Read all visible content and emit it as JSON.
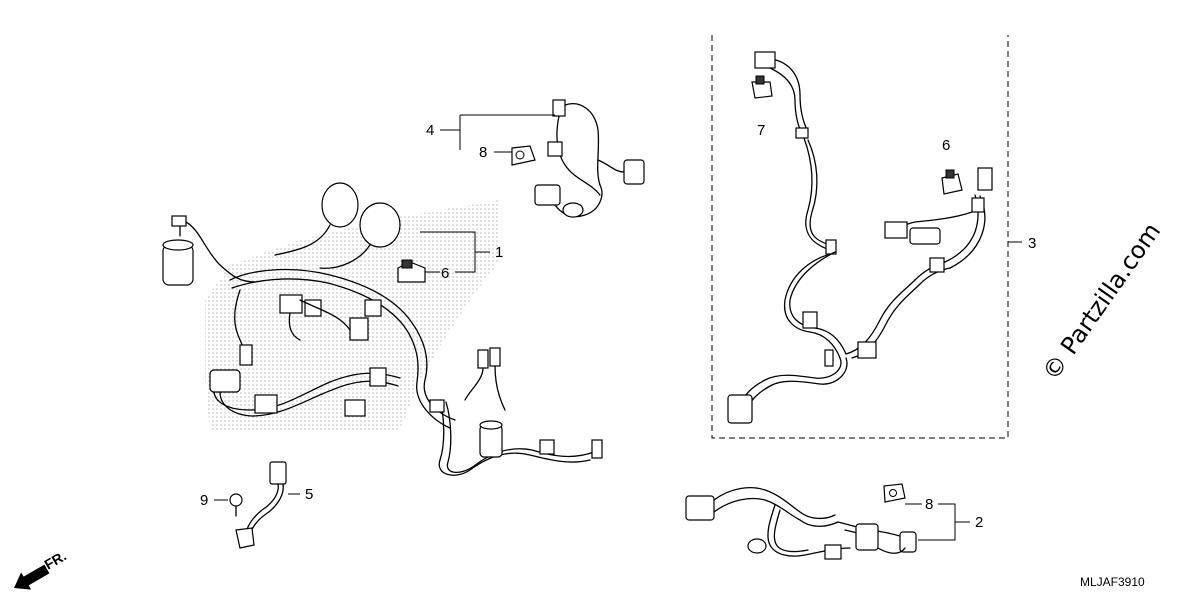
{
  "callouts": {
    "c1": "1",
    "c2": "2",
    "c3": "3",
    "c4": "4",
    "c5": "5",
    "c6a": "6",
    "c6b": "6",
    "c7": "7",
    "c8a": "8",
    "c8b": "8",
    "c9": "9"
  },
  "diagram_code": "MLJAF3910",
  "watermark": "© Partzilla.com",
  "direction_label": "FR."
}
